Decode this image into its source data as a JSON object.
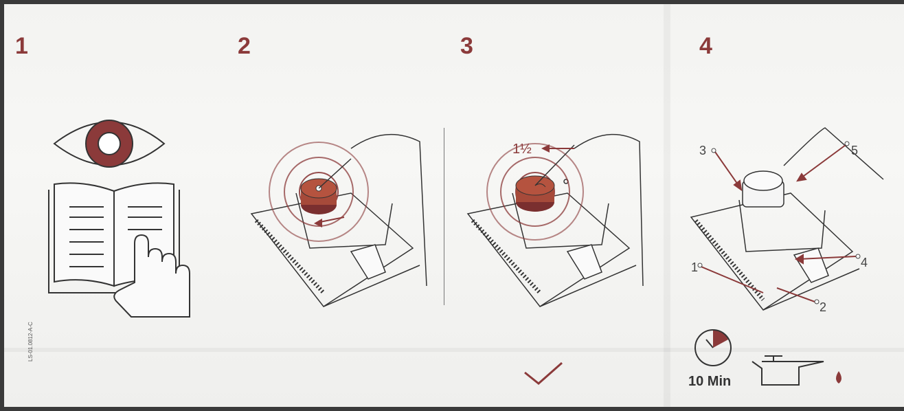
{
  "document_code": "LS-01.0812-A-C",
  "steps": [
    {
      "number": "1"
    },
    {
      "number": "2"
    },
    {
      "number": "3",
      "turns": "1½"
    },
    {
      "number": "4",
      "callouts": [
        "1",
        "2",
        "3",
        "4",
        "5"
      ],
      "duration": "10 Min"
    }
  ],
  "colors": {
    "accent": "#8b3a3a",
    "line": "#333333",
    "paper": "#f5f5f3"
  }
}
